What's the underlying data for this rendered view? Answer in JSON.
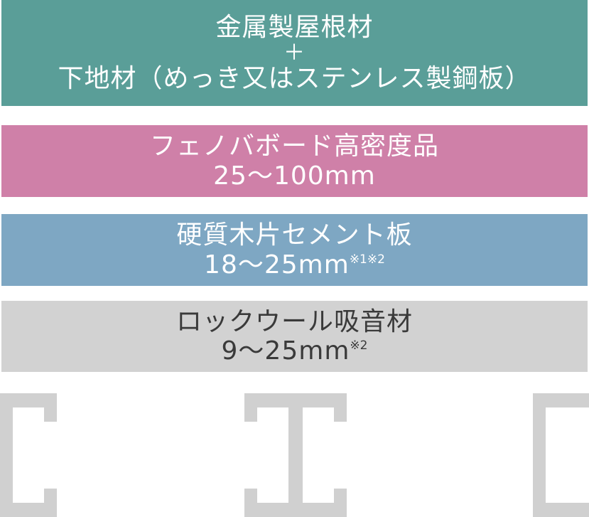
{
  "layers": [
    {
      "id": "metal-roofing",
      "line1": "金属製屋根材",
      "line2": "＋",
      "line3": "下地材（めっき又はステンレス製鋼板）",
      "color": "#5a9e98"
    },
    {
      "id": "phenol-board",
      "line1": "フェノバボード高密度品",
      "line2": "25～100mm",
      "color": "#cf80a8"
    },
    {
      "id": "cement-board",
      "line1": "硬質木片セメント板",
      "line2": "18～25mm",
      "note": "※1※2",
      "color": "#7ea7c3"
    },
    {
      "id": "rockwool",
      "line1": "ロックウール吸音材",
      "line2": "9～25mm",
      "note": "※2",
      "color": "#d2d2d2"
    }
  ],
  "profiles": {
    "color": "#d0d0d0",
    "items": [
      "c-channel-left",
      "h-beam-center",
      "c-channel-right"
    ]
  }
}
